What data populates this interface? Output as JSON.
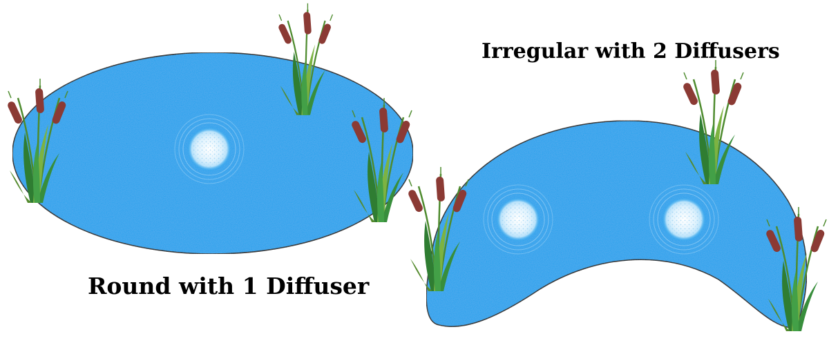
{
  "captions": {
    "round": "Round with 1 Diffuser",
    "irregular": "Irregular with 2 Diffusers"
  },
  "colors": {
    "water": "#1aa1ec",
    "outline": "#111111",
    "bubble": "#dff2fd",
    "cattail_head": "#8b3a34",
    "stem": "#4e8b2e",
    "leaf_dark": "#2f7d32",
    "leaf_light": "#7cb342"
  },
  "ponds": [
    {
      "name": "round-pond",
      "shape": "ellipse",
      "diffusers": 1
    },
    {
      "name": "irregular-pond",
      "shape": "kidney",
      "diffusers": 2
    }
  ],
  "icons": [
    "cattail-plant-icon",
    "diffuser-bubbles-icon"
  ]
}
